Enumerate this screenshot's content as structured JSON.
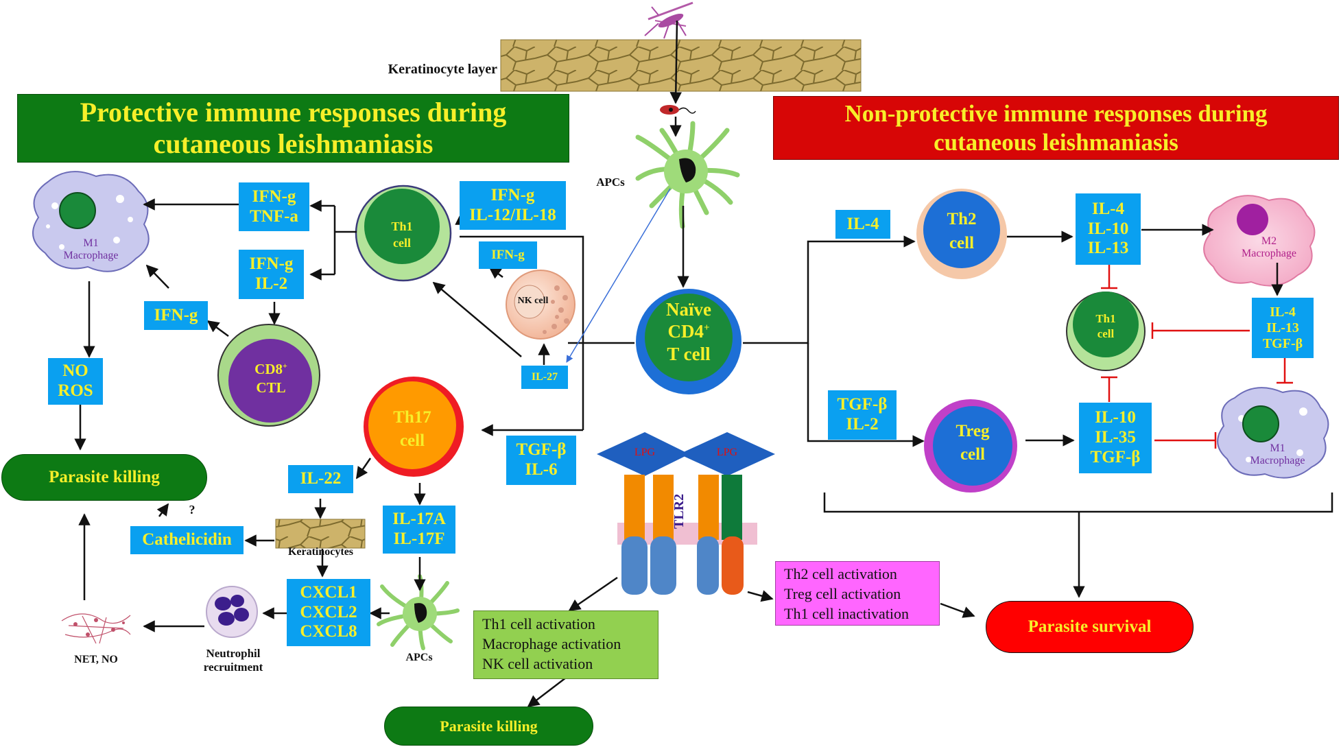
{
  "top": {
    "keratinocyte_layer": "Keratinocyte layer"
  },
  "banners": {
    "protective": [
      "Protective immune responses during",
      "cutaneous leishmaniasis"
    ],
    "nonprotective": [
      "Non-protective immune responses during",
      "cutaneous leishmaniasis"
    ]
  },
  "cells": {
    "apcs_top": "APCs",
    "naive": [
      "Naïve",
      "CD4",
      "+",
      "T cell"
    ],
    "th1_left": [
      "Th1",
      "cell"
    ],
    "nk": "NK cell",
    "cd8": [
      "CD8",
      "+",
      "CTL"
    ],
    "th17": [
      "Th17",
      "cell"
    ],
    "m1_left": [
      "M1",
      "Macrophage"
    ],
    "th2": [
      "Th2",
      "cell"
    ],
    "m2": [
      "M2",
      "Macrophage"
    ],
    "th1_right": [
      "Th1",
      "cell"
    ],
    "treg": [
      "Treg",
      "cell"
    ],
    "m1_right": [
      "M1",
      "Macrophage"
    ],
    "keratinocytes": "Keratinocytes",
    "apcs_bottom": "APCs",
    "neutrophil": [
      "Neutrophil",
      "recruitment"
    ],
    "net": "NET, NO"
  },
  "boxes": {
    "ifng_tnfa": [
      "IFN-g",
      "TNF-a"
    ],
    "ifng_il2": [
      "IFN-g",
      "IL-2"
    ],
    "ifng_left": [
      "IFN-g"
    ],
    "no_ros": [
      "NO",
      "ROS"
    ],
    "ifng_il12": [
      "IFN-g",
      "IL-12/IL-18"
    ],
    "ifng_nk": [
      "IFN-g"
    ],
    "il27": [
      "IL-27"
    ],
    "tgfb_il6": [
      "TGF-β",
      "IL-6"
    ],
    "il22": [
      "IL-22"
    ],
    "il17": [
      "IL-17A",
      "IL-17F"
    ],
    "cathelicidin": [
      "Cathelicidin"
    ],
    "cxcl": [
      "CXCL1",
      "CXCL2",
      "CXCL8"
    ],
    "il4": [
      "IL-4"
    ],
    "il4_10_13": [
      "IL-4",
      "IL-10",
      "IL-13"
    ],
    "il4_13_tgfb": [
      "IL-4",
      "IL-13",
      "TGF-β"
    ],
    "tgfb_il2": [
      "TGF-β",
      "IL-2"
    ],
    "il10_35_tgfb": [
      "IL-10",
      "IL-35",
      "TGF-β"
    ]
  },
  "pills": {
    "parasite_killing_left": "Parasite killing",
    "parasite_killing_bottom": "Parasite killing",
    "parasite_survival": "Parasite survival"
  },
  "receptor": {
    "lpg1": "LPG",
    "lpg2": "LPG",
    "tlr2": "TLR2"
  },
  "outcomes": {
    "green": [
      "Th1 cell activation",
      "Macrophage activation",
      "NK cell activation"
    ],
    "pink": [
      "Th2 cell activation",
      "Treg cell activation",
      "Th1 cell inactivation"
    ]
  },
  "question_mark": "?",
  "colors": {
    "box_blue": "#0aa0f0",
    "box_text_yellow": "#f7ef2a",
    "banner_green": "#0d7a14",
    "banner_red": "#d70606",
    "pill_green": "#0d7a14",
    "pill_red": "#ff0000",
    "inhibit_red": "#e01010",
    "outcome_green": "#92d050",
    "outcome_pink": "#ff66ff"
  }
}
